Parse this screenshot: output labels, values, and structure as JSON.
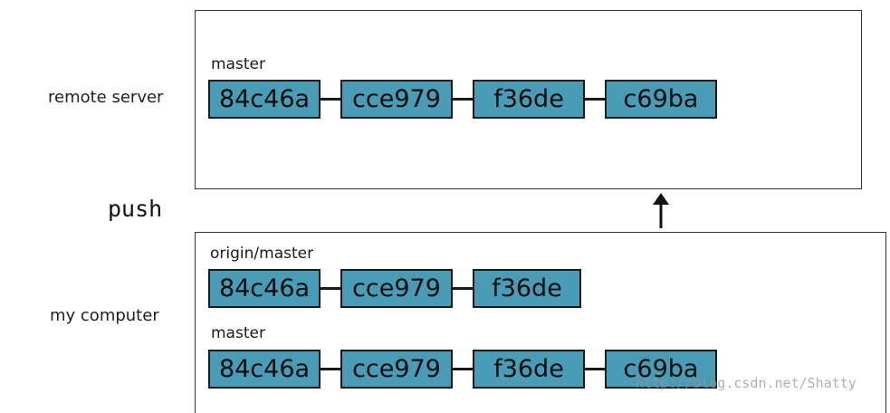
{
  "labels": {
    "remote": "remote server",
    "local": "my computer",
    "action": "push"
  },
  "remote": {
    "branch": "master",
    "commits": [
      "84c46a",
      "cce979",
      "f36de",
      "c69ba"
    ]
  },
  "local": {
    "origin_branch": "origin/master",
    "origin_commits": [
      "84c46a",
      "cce979",
      "f36de"
    ],
    "branch": "master",
    "commits": [
      "84c46a",
      "cce979",
      "f36de",
      "c69ba"
    ]
  },
  "watermark": "http://blog.csdn.net/Shatty",
  "colors": {
    "commit_fill": "#4a9bb5",
    "border": "#1a1a1a"
  },
  "icons": {
    "arrow": "up-arrow-icon"
  }
}
